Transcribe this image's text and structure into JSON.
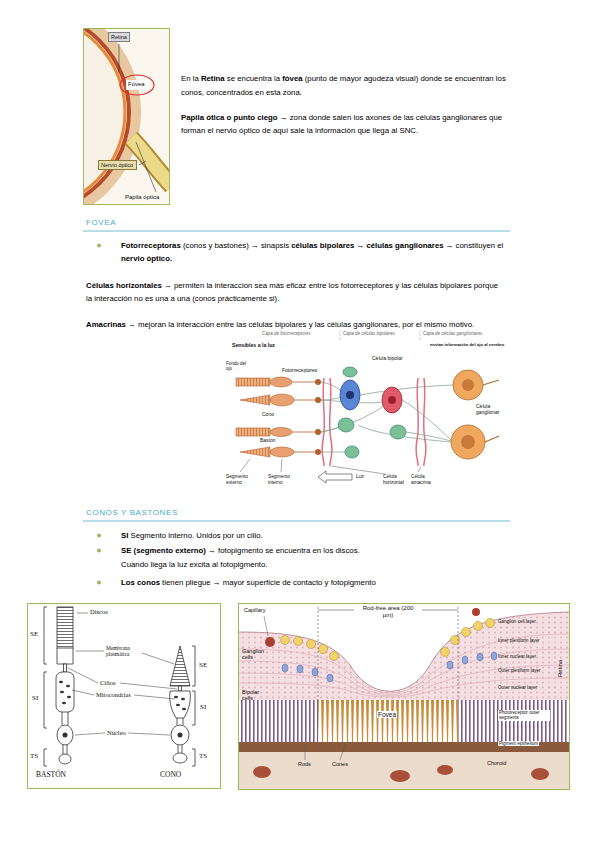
{
  "diagram": {
    "nodes": [
      {
        "text": [
          "Retina"
        ]
      },
      {
        "text": [
          "Fóvea"
        ]
      },
      {
        "text": [
          "Nervio óptico"
        ]
      }
    ],
    "labels": [
      "En la",
      "Retina",
      "se encuentra la",
      "fóvea",
      "(punto de mayor agudeza visual) donde se encuentran los conos, concentrados en esta zona.",
      "Papila ótica o punto ciego",
      "→ zona donde salen los axones de las células ganglionares que forman el nervio óptico de aquí sale la información que llega al SNC.",
      "FOVEA",
      "Fotorreceptoras",
      "(conos y bastones) → sinapsis",
      "células bipolares",
      "→",
      "células ganglionares",
      "→ constituyen el",
      "nervio óptico.",
      "Células horizontales",
      "→ permiten la interacción sea más eficaz entre los fotorreceptores y las células bipolares porque la interacción no es una a una (conos prácticamente si).",
      "Amacrinas",
      "→ mejoran la interacción entre las células bipolares y las células ganglionares, por el mismo motivo.",
      "CONOS Y BASTONES",
      "SI",
      "Segmento interno. Unidos por un cilio.",
      "SE (segmento externo)",
      "→ fotopigmento se encuentra en los discos.",
      "Cuando llega la luz excita al fotopigmento.",
      "Los conos",
      "tienen pliegue → mayor superficie de contacto y fotopigmento",
      "Papila óptica",
      "Capa de fotorreceptores",
      "Capa de células bipolares",
      "Capa de células ganglionares",
      "Sensibles a la luz",
      "envían información del ojo al cerebro",
      "Fondo del ojo",
      "Fotorreceptores",
      "Célula bipolar",
      "Cono",
      "Bastón",
      "Célula ganglionar",
      "Segmento externo",
      "Segmento interno",
      "Luz",
      "Célula horizontal",
      "Célula amacrina",
      "Discos",
      "Membrana plasmática",
      "SE",
      "SI",
      "TS",
      "Cilios",
      "Mitocondrias",
      "Núcleo",
      "SE",
      "SI",
      "TS",
      "BASTÓN",
      "CONO",
      "Capillary",
      "Rod-free area (200 µm)",
      "Ganglion cells",
      "Ganglion cell layer",
      "Inner plexiform layer",
      "Inner nuclear layer",
      "Outer plexiform layer",
      "Outer nuclear layer",
      "Photoreceptor outer segments",
      "Pigment epithelium",
      "Retina",
      "Bipolar cells",
      "Fovea",
      "Rods",
      "Cones",
      "Choroid"
    ]
  }
}
